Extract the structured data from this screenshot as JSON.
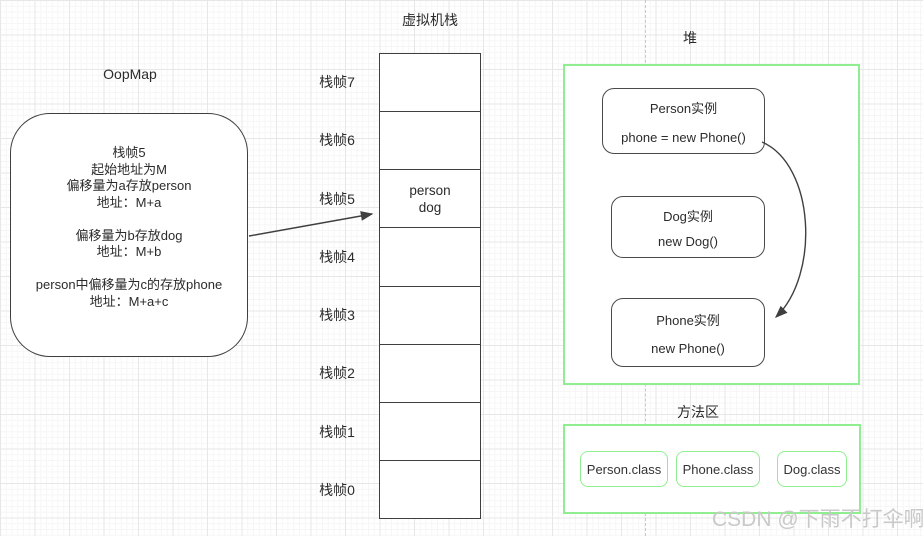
{
  "diagram": {
    "oopmap": {
      "title": "OopMap",
      "note_lines": [
        "栈帧5",
        "起始地址为M",
        "偏移量为a存放person",
        "地址：M+a",
        "",
        "偏移量为b存放dog",
        "地址：M+b",
        "",
        "person中偏移量为c的存放phone",
        "地址：M+a+c"
      ]
    },
    "vm_stack": {
      "title": "虚拟机栈",
      "frames": [
        {
          "label": "栈帧7",
          "lines": []
        },
        {
          "label": "栈帧6",
          "lines": []
        },
        {
          "label": "栈帧5",
          "lines": [
            "person",
            "dog"
          ]
        },
        {
          "label": "栈帧4",
          "lines": []
        },
        {
          "label": "栈帧3",
          "lines": []
        },
        {
          "label": "栈帧2",
          "lines": []
        },
        {
          "label": "栈帧1",
          "lines": []
        },
        {
          "label": "栈帧0",
          "lines": []
        }
      ]
    },
    "heap": {
      "title": "堆",
      "objects": [
        {
          "title": "Person实例",
          "body": "phone = new Phone()"
        },
        {
          "title": "Dog实例",
          "body": "new Dog()"
        },
        {
          "title": "Phone实例",
          "body": "new Phone()"
        }
      ]
    },
    "method_area": {
      "title": "方法区",
      "classes": [
        {
          "label": "Person.class"
        },
        {
          "label": "Phone.class"
        },
        {
          "label": "Dog.class"
        }
      ]
    },
    "watermark": "CSDN @下雨不打伞啊",
    "colors": {
      "box_green": "#90ee90",
      "stroke_dark": "#3f3f3f",
      "grid_major": "#e7e7e7",
      "grid_minor": "#f6f6f6",
      "watermark_gray": "#c9c9c9"
    }
  }
}
